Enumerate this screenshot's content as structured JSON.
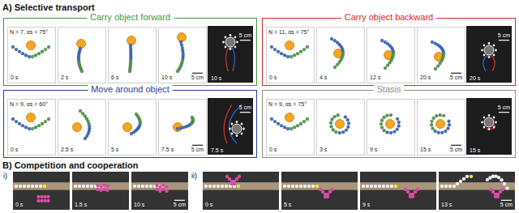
{
  "diagram": {
    "nodes": [
      {
        "text": [
          "Carry object forward"
        ]
      },
      {
        "text": [
          "N = 7, αs = 75°",
          "0 s"
        ],
        "in": 0
      },
      {
        "text": [
          "2 s"
        ],
        "in": 0
      },
      {
        "text": [
          "6 s"
        ],
        "in": 0
      },
      {
        "text": [
          "10 s",
          "5 cm"
        ],
        "in": 0
      },
      {
        "text": [
          "10 s",
          "5 cm"
        ],
        "in": 0
      },
      {
        "text": [
          "Carry object backward"
        ]
      },
      {
        "text": [
          "N = 11, αs = 75°",
          "0 s"
        ],
        "in": 6
      },
      {
        "text": [
          "4 s"
        ],
        "in": 6
      },
      {
        "text": [
          "12 s"
        ],
        "in": 6
      },
      {
        "text": [
          "20 s",
          "5 cm"
        ],
        "in": 6
      },
      {
        "text": [
          "20 s",
          "5 cm"
        ],
        "in": 6
      },
      {
        "text": [
          "Move around object"
        ]
      },
      {
        "text": [
          "N = 9, αs = 60°",
          "0 s"
        ],
        "in": 12
      },
      {
        "text": [
          "2.5 s"
        ],
        "in": 12
      },
      {
        "text": [
          "5 s"
        ],
        "in": 12
      },
      {
        "text": [
          "7.5 s",
          "5 cm"
        ],
        "in": 12
      },
      {
        "text": [
          "7.5 s",
          "5 cm"
        ],
        "in": 12
      },
      {
        "text": [
          "Stasis"
        ]
      },
      {
        "text": [
          "N = 9, αs = 75°",
          "0 s"
        ],
        "in": 18
      },
      {
        "text": [
          "3 s"
        ],
        "in": 18
      },
      {
        "text": [
          "9 s"
        ],
        "in": 18
      },
      {
        "text": [
          "15 s",
          "5 cm"
        ],
        "in": 18
      },
      {
        "text": [
          "15 s",
          "5 cm"
        ],
        "in": 18
      },
      {
        "text": [
          "0 s"
        ]
      },
      {
        "text": [
          "1.5 s"
        ]
      },
      {
        "text": [
          "10 s",
          "5 cm"
        ]
      },
      {
        "text": [
          "0 s"
        ]
      },
      {
        "text": [
          "5 s"
        ]
      },
      {
        "text": [
          "9 s"
        ]
      },
      {
        "text": [
          "13 s",
          "5 cm"
        ]
      }
    ],
    "labels": [
      "A) Selective transport",
      "B) Competition and cooperation",
      "i)",
      "ii)"
    ]
  }
}
